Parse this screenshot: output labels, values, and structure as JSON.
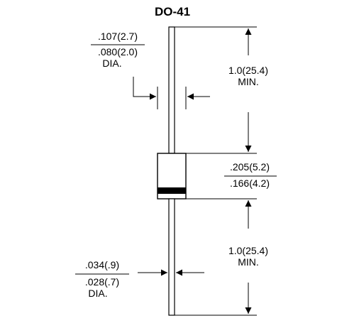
{
  "title": "DO-41",
  "dims": {
    "body_dia_max": ".107(2.7)",
    "body_dia_min": ".080(2.0)",
    "body_dia_unit": "DIA.",
    "lead_len_top": "1.0(25.4)",
    "lead_len_top_min": "MIN.",
    "body_len_max": ".205(5.2)",
    "body_len_min": ".166(4.2)",
    "lead_len_bottom": "1.0(25.4)",
    "lead_len_bottom_min": "MIN.",
    "lead_dia_max": ".034(.9)",
    "lead_dia_min": ".028(.7)",
    "lead_dia_unit": "DIA."
  },
  "colors": {
    "ink": "#000000",
    "paper": "#ffffff"
  }
}
